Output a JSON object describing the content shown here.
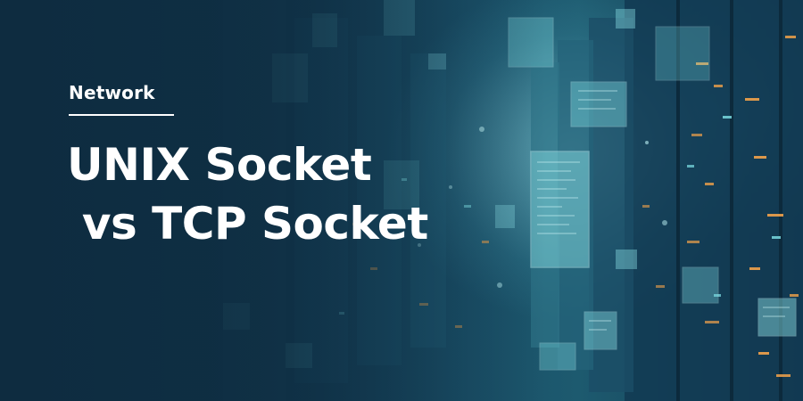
{
  "banner": {
    "category": "Network",
    "title_lines": [
      "UNIX Socket",
      " vs TCP Socket"
    ]
  },
  "colors": {
    "background_dark": "#0f2e43",
    "background_mid": "#1a5068",
    "accent_teal": "#7fe3e8",
    "accent_orange": "#f2a24a",
    "text": "#ffffff"
  }
}
